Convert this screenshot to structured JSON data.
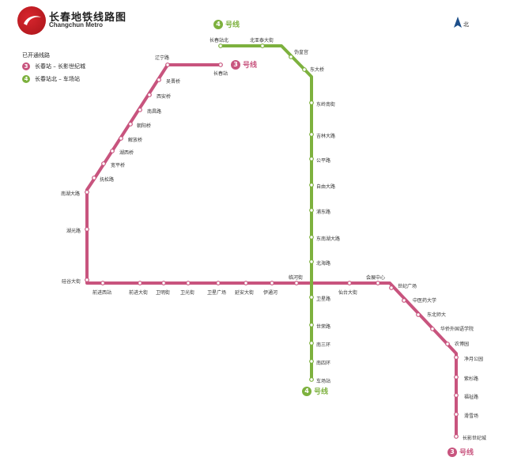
{
  "header": {
    "title": "长春地铁线路图",
    "subtitle": "Changchun Metro"
  },
  "compass": {
    "icon": "north-arrow-icon",
    "label": "北"
  },
  "legend": {
    "title": "已开通线路",
    "items": [
      {
        "number": "3",
        "color": "#c8547e",
        "label": "长春站 – 长影世纪城"
      },
      {
        "number": "4",
        "color": "#7db13e",
        "label": "长春站北 – 车场站"
      }
    ]
  },
  "colors": {
    "line3": "#c8547e",
    "line4": "#7db13e"
  },
  "line_labels": {
    "line4_top": {
      "number": "4",
      "text": "号线"
    },
    "line3_top": {
      "number": "3",
      "text": "号线"
    },
    "line4_bottom": {
      "number": "4",
      "text": "号线"
    },
    "line3_bottom": {
      "number": "3",
      "text": "号线"
    }
  },
  "line3_stations": [
    "长春站",
    "辽宁路",
    "吴晋桥",
    "西安桥",
    "南昌路",
    "朝阳桥",
    "解放桥",
    "湖西桥",
    "宽平桥",
    "抚松路",
    "南湖大路",
    "湖光路",
    "硅谷大街",
    "前进西站",
    "前进大街",
    "卫明街",
    "卫光街",
    "卫星广场",
    "延安大街",
    "伊通河",
    "临河街",
    "仙台大街",
    "会展中心",
    "世纪广场",
    "中医药大学",
    "东北师大",
    "华侨外国语学院",
    "农博园",
    "净月公园",
    "紫杉路",
    "福祉路",
    "滑雪场",
    "长影世纪城"
  ],
  "line4_stations": [
    "长春站北",
    "北亚泰大街",
    "伪皇宫",
    "东大桥",
    "东岭南街",
    "吉林大路",
    "公平路",
    "自由大路",
    "浦东路",
    "东南湖大路",
    "北海路",
    "卫星路",
    "世荣路",
    "南三环",
    "南四环",
    "车场站"
  ]
}
